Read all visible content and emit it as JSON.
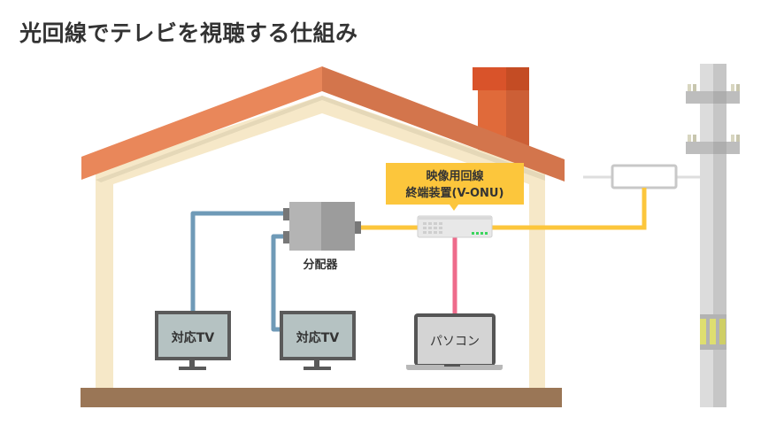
{
  "title": "光回線でテレビを視聴する仕組み",
  "colors": {
    "roof": "#e9875a",
    "roof_shade": "#d3754c",
    "wall": "#f6e8c8",
    "floor": "#9a7656",
    "chimney_top": "#d9532a",
    "chimney": "#e06a3a",
    "coax_cable": "#6f9ab7",
    "fiber_cable": "#fcc63c",
    "lan_cable": "#ee6b8b",
    "callout": "#fcc63c",
    "pole": "#dcdcdc",
    "pole_band": "#dede70"
  },
  "devices": {
    "onu": {
      "label_line1": "映像用回線",
      "label_line2": "終端装置(V-ONU)",
      "led_count": 4,
      "led_color": "#3bd55e"
    },
    "splitter": {
      "label": "分配器"
    },
    "tv1": {
      "label": "対応TV"
    },
    "tv2": {
      "label": "対応TV"
    },
    "pc": {
      "label": "パソコン"
    }
  }
}
